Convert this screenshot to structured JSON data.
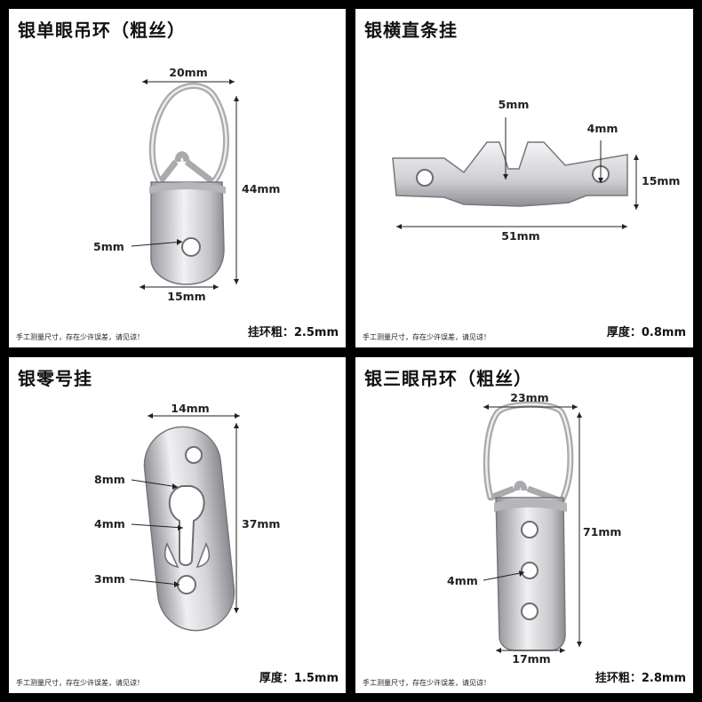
{
  "panels": [
    {
      "title": "银单眼吊环（粗丝）",
      "note": "手工测量尺寸，存在少许误差，请见谅！",
      "spec": "挂环粗：2.5mm",
      "dims": {
        "top": "20mm",
        "height": "44mm",
        "hole": "5mm",
        "bottom": "15mm"
      }
    },
    {
      "title": "银横直条挂",
      "note": "手工测量尺寸，存在少许误差，请见谅！",
      "spec": "厚度：0.8mm",
      "dims": {
        "notch": "5mm",
        "hole": "4mm",
        "height": "15mm",
        "width": "51mm"
      }
    },
    {
      "title": "银零号挂",
      "note": "手工测量尺寸，存在少许误差，请见谅！",
      "spec": "厚度：1.5mm",
      "dims": {
        "width": "14mm",
        "keyhole": "8mm",
        "slot": "4mm",
        "hole": "3mm",
        "height": "37mm"
      }
    },
    {
      "title": "银三眼吊环（粗丝）",
      "note": "手工测量尺寸，存在少许误差，请见谅！",
      "spec": "挂环粗：2.8mm",
      "dims": {
        "top": "23mm",
        "height": "71mm",
        "hole": "4mm",
        "bottom": "17mm"
      }
    }
  ],
  "colors": {
    "background": "#000000",
    "panel": "#ffffff",
    "metal_light": "#e8e8ea",
    "metal_dark": "#8a8a90"
  }
}
